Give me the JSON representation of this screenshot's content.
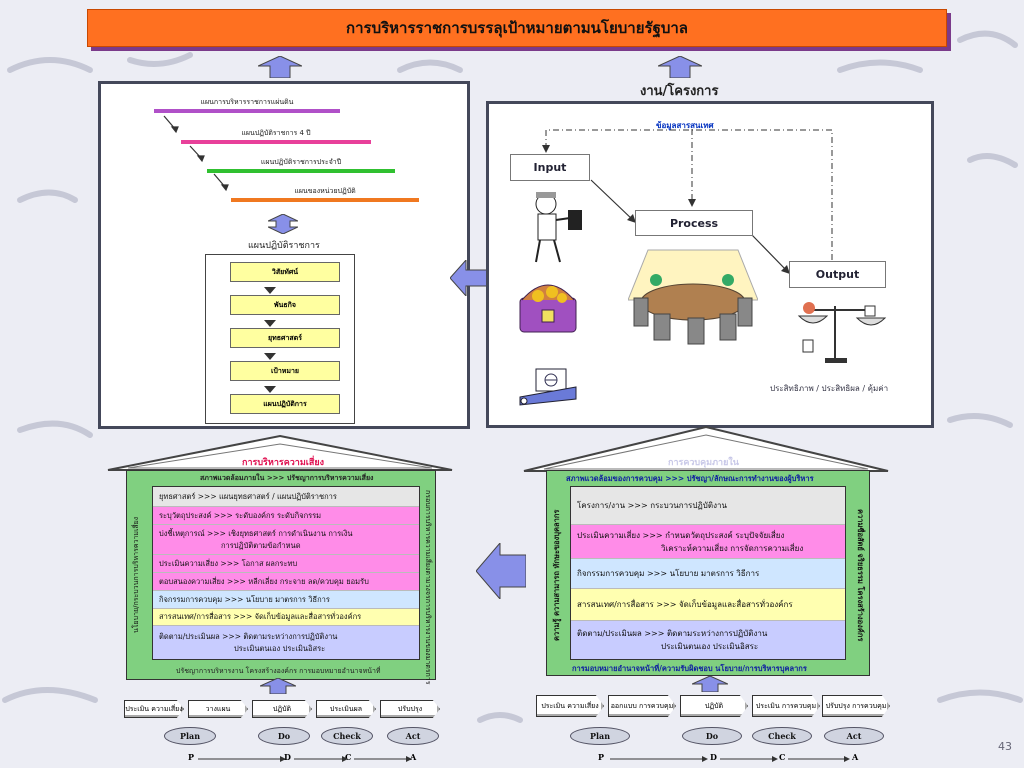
{
  "title": "การบริหารราชการบรรลุเป้าหมายตามนโยบายรัฐบาล",
  "left_panel": {
    "cascade": [
      "แผนการบริหารราชการแผ่นดิน",
      "แผนปฏิบัติราชการ 4 ปี",
      "แผนปฏิบัติราชการประจำปี",
      "แผนของหน่วยปฏิบัติ"
    ],
    "cascade_colors": [
      "#b050c8",
      "#e8409a",
      "#30c030",
      "#f07820"
    ],
    "plan_title": "แผนปฏิบัติราชการ",
    "plan_steps": [
      "วิสัยทัศน์",
      "พันธกิจ",
      "ยุทธศาสตร์",
      "เป้าหมาย",
      "แผนปฏิบัติการ"
    ]
  },
  "right_panel": {
    "header": "งาน/โครงการ",
    "info": "ข้อมูลสารสนเทศ",
    "input": "Input",
    "process": "Process",
    "output": "Output",
    "caption": "ประสิทธิภาพ / ประสิทธิผล / คุ้มค่า"
  },
  "risk": {
    "roof": "การบริหารความเสี่ยง",
    "top": "สภาพแวดล้อมภายใน >>> ปรัชญาการบริหารความเสี่ยง",
    "rows": [
      {
        "text": [
          "ยุทธศาสตร์ >>> แผนยุทธศาสตร์ / แผนปฏิบัติราชการ"
        ],
        "color": "#e6e6e6"
      },
      {
        "text": [
          "ระบุวัตถุประสงค์ >>> ระดับองค์กร ระดับกิจกรรม"
        ],
        "color": "#ff8ce8"
      },
      {
        "text": [
          "บ่งชี้เหตุการณ์ >>> เชิงยุทธศาสตร์ การดำเนินงาน การเงิน",
          "การปฏิบัติตามข้อกำหนด"
        ],
        "color": "#ff8ce8"
      },
      {
        "text": [
          "ประเมินความเสี่ยง >>> โอกาส ผลกระทบ"
        ],
        "color": "#ff8ce8"
      },
      {
        "text": [
          "ตอบสนองความเสี่ยง >>> หลีกเลี่ยง กระจาย ลด/ควบคุม ยอมรับ"
        ],
        "color": "#ff8ce8"
      },
      {
        "text": [
          "กิจกรรมการควบคุม >>> นโยบาย มาตรการ วิธีการ"
        ],
        "color": "#cfe6ff"
      },
      {
        "text": [
          "สารสนเทศ/การสื่อสาร >>> จัดเก็บข้อมูลและสื่อสารทั่วองค์กร"
        ],
        "color": "#ffffb0"
      },
      {
        "text": [
          "ติดตาม/ประเมินผล >>> ติดตามระหว่างการปฏิบัติงาน",
          "ประเมินตนเอง ประเมินอิสระ"
        ],
        "color": "#c8ccff"
      }
    ],
    "left_side": "นโยบาย/กระบวนการบริหารความเสี่ยง",
    "right_side": "กรอบการบริหารความเสี่ยงตามวงจรการบริหารงานของมาตรการ",
    "bottom": "ปรัชญาการบริหารงาน โครงสร้างองค์กร การมอบหมายอำนาจหน้าที่"
  },
  "control": {
    "roof": "การควบคุมภายใน",
    "top": "สภาพแวดล้อมของการควบคุม >>> ปรัชญา/ลักษณะการทำงานของผู้บริหาร",
    "rows": [
      {
        "text": [
          "โครงการ/งาน >>> กระบวนการปฏิบัติงาน"
        ],
        "color": "#e6e6e6"
      },
      {
        "text": [
          "ประเมินความเสี่ยง >>> กำหนดวัตถุประสงค์ ระบุปัจจัยเสี่ยง",
          "วิเคราะห์ความเสี่ยง การจัดการความเสี่ยง"
        ],
        "color": "#ff8ce8"
      },
      {
        "text": [
          "กิจกรรมการควบคุม >>> นโยบาย มาตรการ วิธีการ"
        ],
        "color": "#cfe6ff"
      },
      {
        "text": [
          "สารสนเทศ/การสื่อสาร >>> จัดเก็บข้อมูลและสื่อสารทั่วองค์กร"
        ],
        "color": "#ffffb0"
      },
      {
        "text": [
          "ติดตาม/ประเมินผล >>> ติดตามระหว่างการปฏิบัติงาน",
          "ประเมินตนเอง ประเมินอิสระ"
        ],
        "color": "#c8ccff"
      }
    ],
    "left_side": "ความรู้ ความสามารถ ทักษะของบุคลากร",
    "right_side": "ความซื่อสัตย์ จริยธรรม โครงสร้างองค์กร",
    "bottom": "การมอบหมายอำนาจหน้าที่/ความรับผิดชอบ นโยบาย/การบริหารบุคลากร"
  },
  "left_flow": {
    "steps": [
      "ประเมิน ความเสี่ยง",
      "วางแผน",
      "ปฏิบัติ",
      "ประเมินผล",
      "ปรับปรุง"
    ],
    "pdca": [
      "Plan",
      "Do",
      "Check",
      "Act"
    ],
    "letters": [
      "P",
      "D",
      "C",
      "A"
    ]
  },
  "right_flow": {
    "steps": [
      "ประเมิน ความเสี่ยง",
      "ออกแบบ การควบคุม",
      "ปฏิบัติ",
      "ประเมิน การควบคุม",
      "ปรับปรุง การควบคุม"
    ],
    "pdca": [
      "Plan",
      "Do",
      "Check",
      "Act"
    ],
    "letters": [
      "P",
      "D",
      "C",
      "A"
    ]
  },
  "page_number": "43"
}
